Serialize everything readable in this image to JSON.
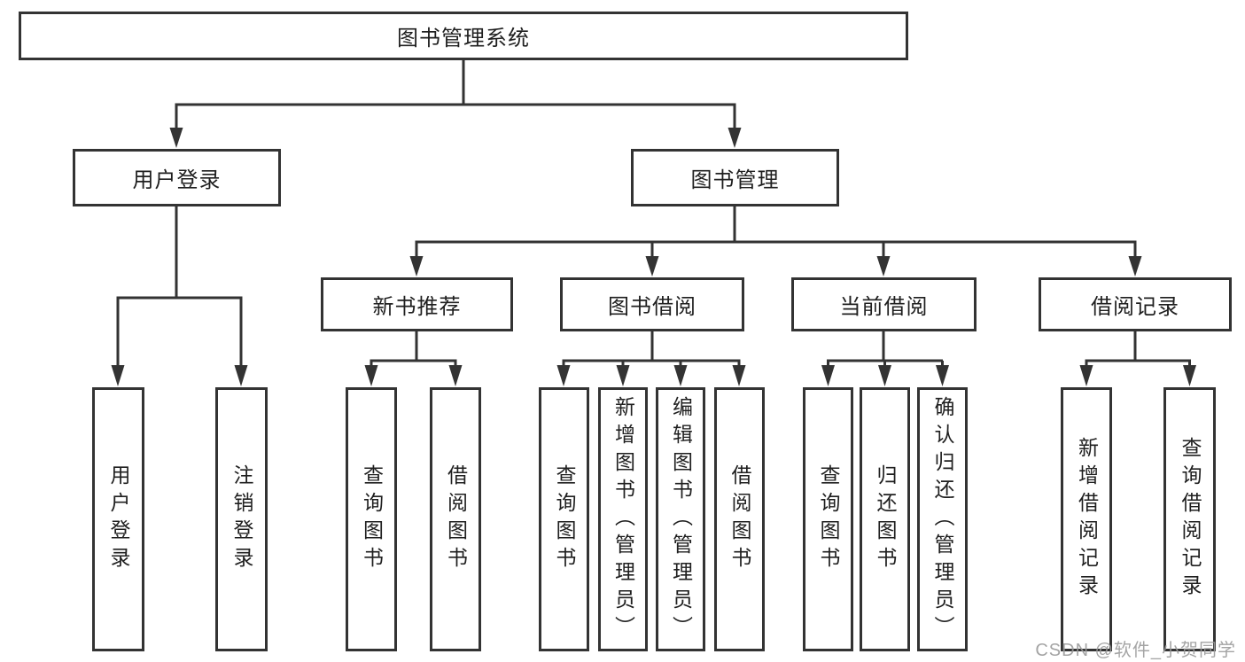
{
  "diagram": {
    "watermark": "CSDN @软件_小贺同学",
    "colors": {
      "line": "#333333",
      "text": "#1f1f1f",
      "watermark": "#9b9b9b",
      "background": "#ffffff"
    },
    "tree": {
      "label": "图书管理系统",
      "children": [
        {
          "label": "用户登录",
          "children": [
            {
              "label": "用户登录"
            },
            {
              "label": "注销登录"
            }
          ]
        },
        {
          "label": "图书管理",
          "children": [
            {
              "label": "新书推荐",
              "children": [
                {
                  "label": "查询图书"
                },
                {
                  "label": "借阅图书"
                }
              ]
            },
            {
              "label": "图书借阅",
              "children": [
                {
                  "label": "查询图书"
                },
                {
                  "label": "新增图书（管理员）"
                },
                {
                  "label": "编辑图书（管理员）"
                },
                {
                  "label": "借阅图书"
                }
              ]
            },
            {
              "label": "当前借阅",
              "children": [
                {
                  "label": "查询图书"
                },
                {
                  "label": "归还图书"
                },
                {
                  "label": "确认归还（管理员）"
                }
              ]
            },
            {
              "label": "借阅记录",
              "children": [
                {
                  "label": "新增借阅记录"
                },
                {
                  "label": "查询借阅记录"
                }
              ]
            }
          ]
        }
      ]
    }
  }
}
